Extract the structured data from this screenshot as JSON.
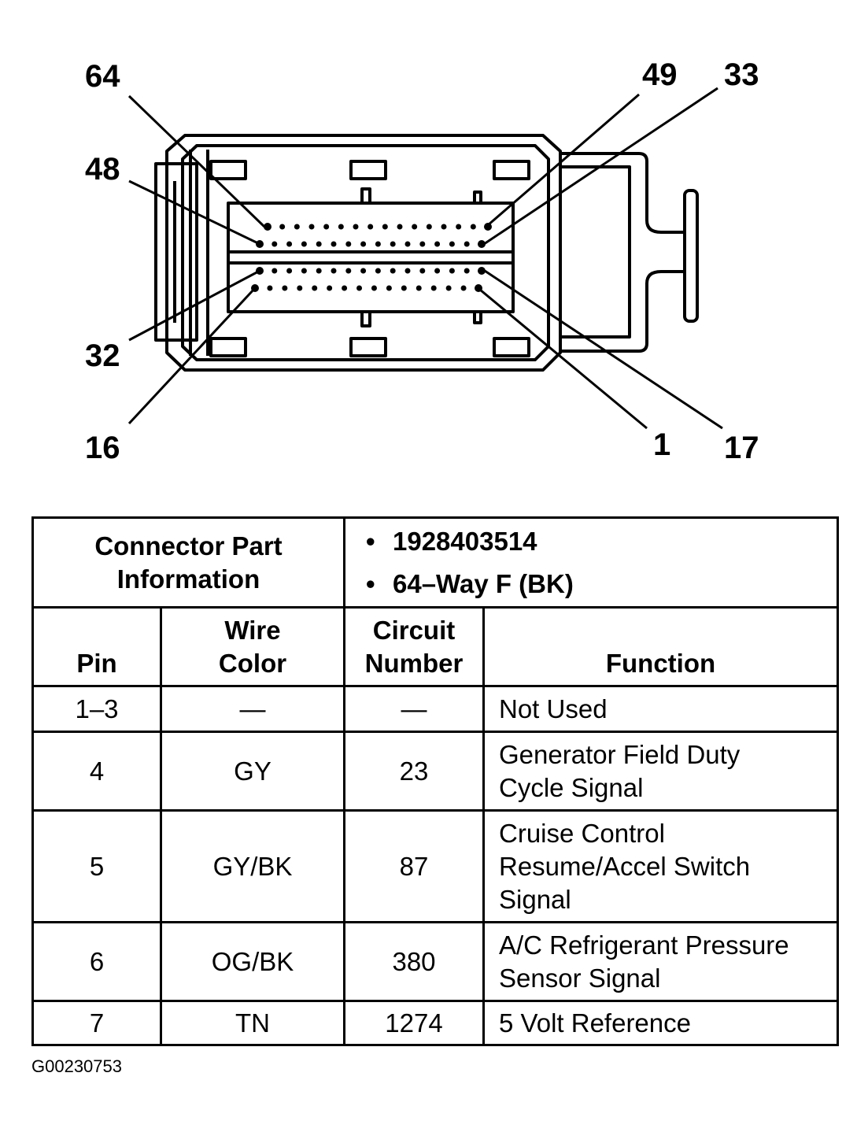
{
  "connector_view": {
    "pin_labels": {
      "p64": "64",
      "p48": "48",
      "p32": "32",
      "p16": "16",
      "p49": "49",
      "p33": "33",
      "p1": "1",
      "p17": "17"
    }
  },
  "table": {
    "part_info_label": "Connector Part Information",
    "part_info": [
      "1928403514",
      "64–Way F (BK)"
    ],
    "columns": {
      "pin": "Pin",
      "wire_color": "Wire Color",
      "circuit_number": "Circuit Number",
      "function": "Function"
    },
    "rows": [
      {
        "pin": "1–3",
        "wire_color": "—",
        "circuit_number": "—",
        "function": "Not Used"
      },
      {
        "pin": "4",
        "wire_color": "GY",
        "circuit_number": "23",
        "function": "Generator Field Duty Cycle Signal"
      },
      {
        "pin": "5",
        "wire_color": "GY/BK",
        "circuit_number": "87",
        "function": "Cruise Control Resume/Accel Switch Signal"
      },
      {
        "pin": "6",
        "wire_color": "OG/BK",
        "circuit_number": "380",
        "function": "A/C Refrigerant Pressure Sensor Signal"
      },
      {
        "pin": "7",
        "wire_color": "TN",
        "circuit_number": "1274",
        "function": "5 Volt Reference"
      }
    ]
  },
  "figure_id": "G00230753"
}
